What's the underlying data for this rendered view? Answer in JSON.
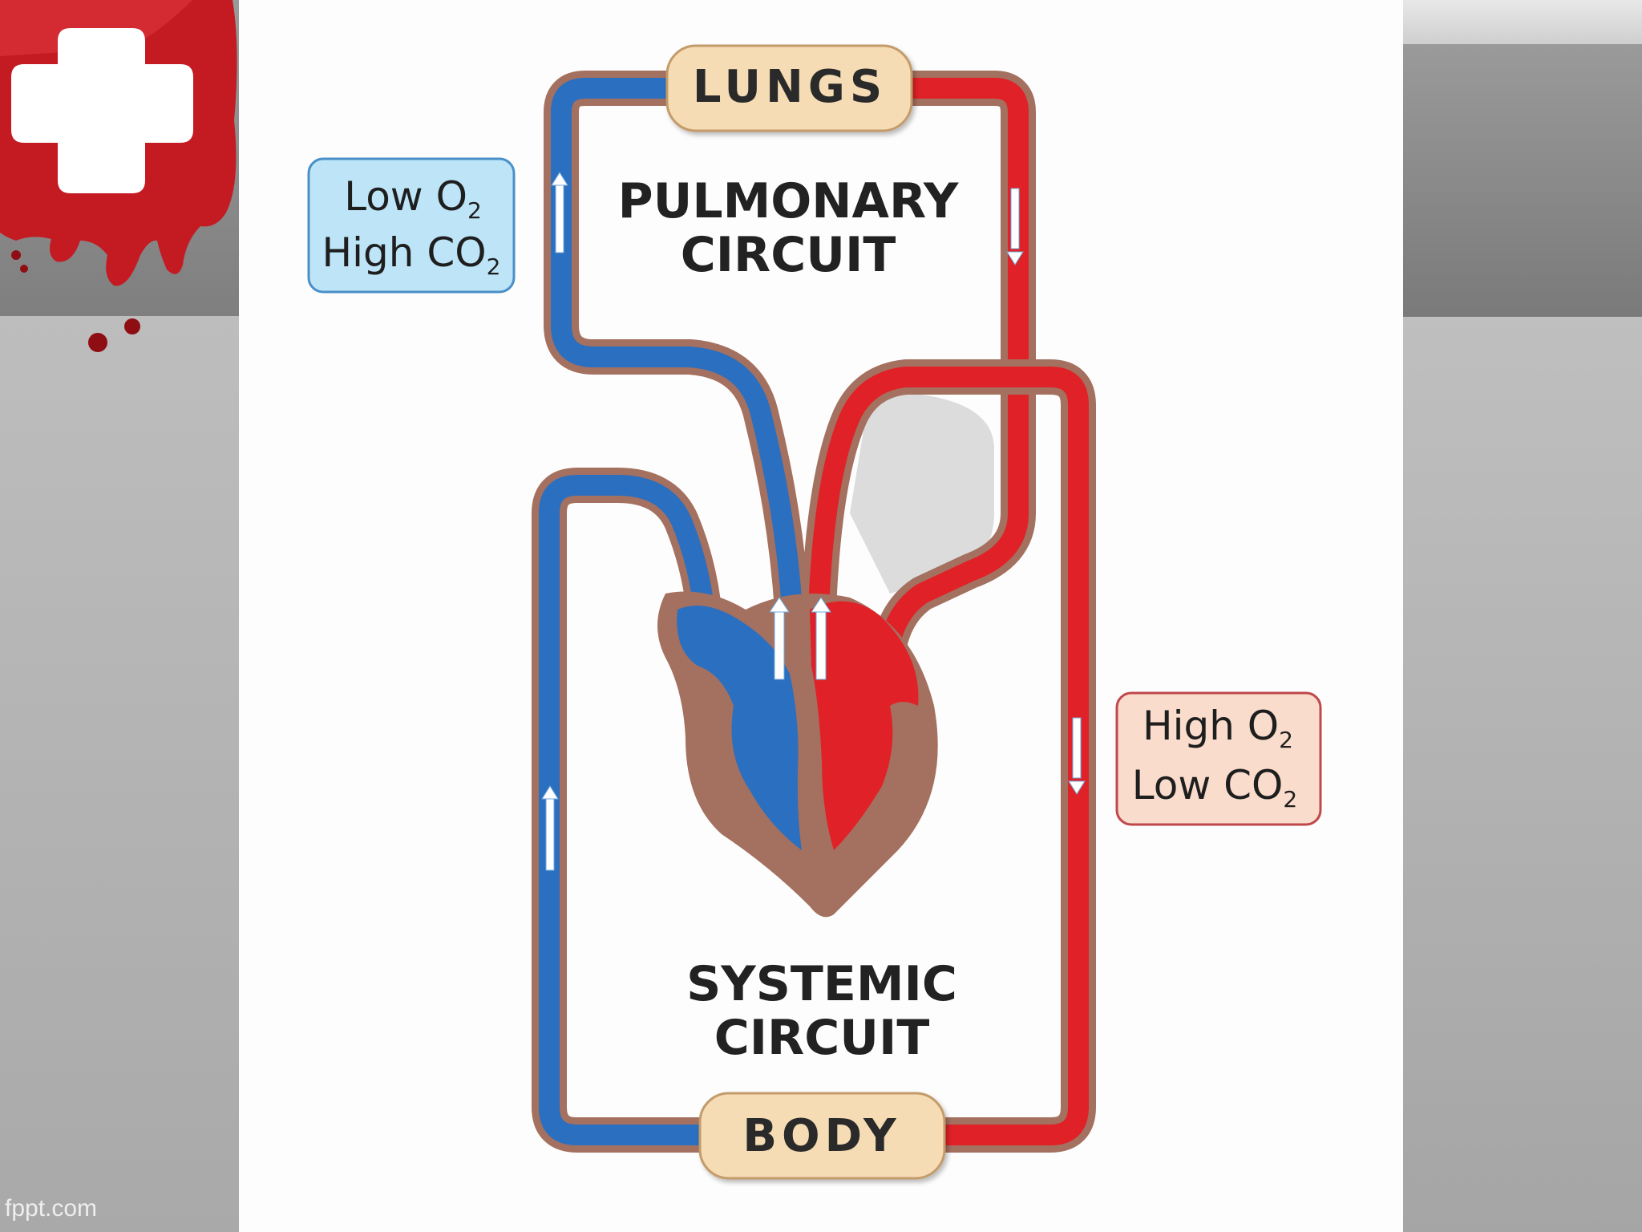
{
  "diagram": {
    "lungs_label": "LUNGS",
    "body_label": "BODY",
    "pulmonary": [
      "PULMONARY",
      "CIRCUIT"
    ],
    "systemic": [
      "SYSTEMIC",
      "CIRCUIT"
    ],
    "deoxy_box": {
      "line1": "Low O",
      "line1_sub": "2",
      "line2": "High CO",
      "line2_sub": "2"
    },
    "oxy_box": {
      "line1": "High O",
      "line1_sub": "2",
      "line2": "Low CO",
      "line2_sub": "2"
    }
  },
  "footer": {
    "text": "fppt.com"
  },
  "colors": {
    "deoxygenated": "#2b6fc0",
    "oxygenated": "#e02128",
    "heart_tissue": "#a4705f",
    "label_bg": "#f5dcb4",
    "deoxy_box_bg": "#bde4f7",
    "oxy_box_bg": "#f9dccb"
  }
}
